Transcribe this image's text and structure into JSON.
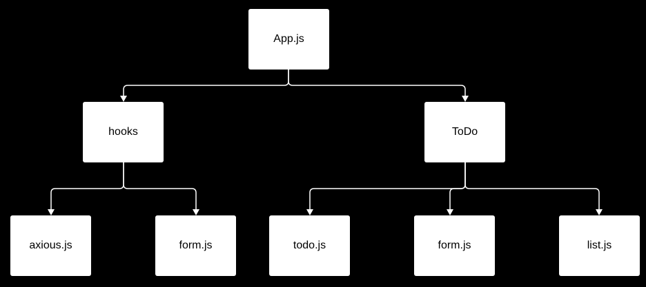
{
  "diagram": {
    "root": {
      "label": "App.js"
    },
    "branches": [
      {
        "label": "hooks",
        "children": [
          {
            "label": "axious.js"
          },
          {
            "label": "form.js"
          }
        ]
      },
      {
        "label": "ToDo",
        "children": [
          {
            "label": "todo.js"
          },
          {
            "label": "form.js"
          },
          {
            "label": "list.js"
          }
        ]
      }
    ],
    "colors": {
      "background": "#000000",
      "node_fill": "#ffffff",
      "connector": "#ffffff",
      "text": "#000000"
    }
  }
}
